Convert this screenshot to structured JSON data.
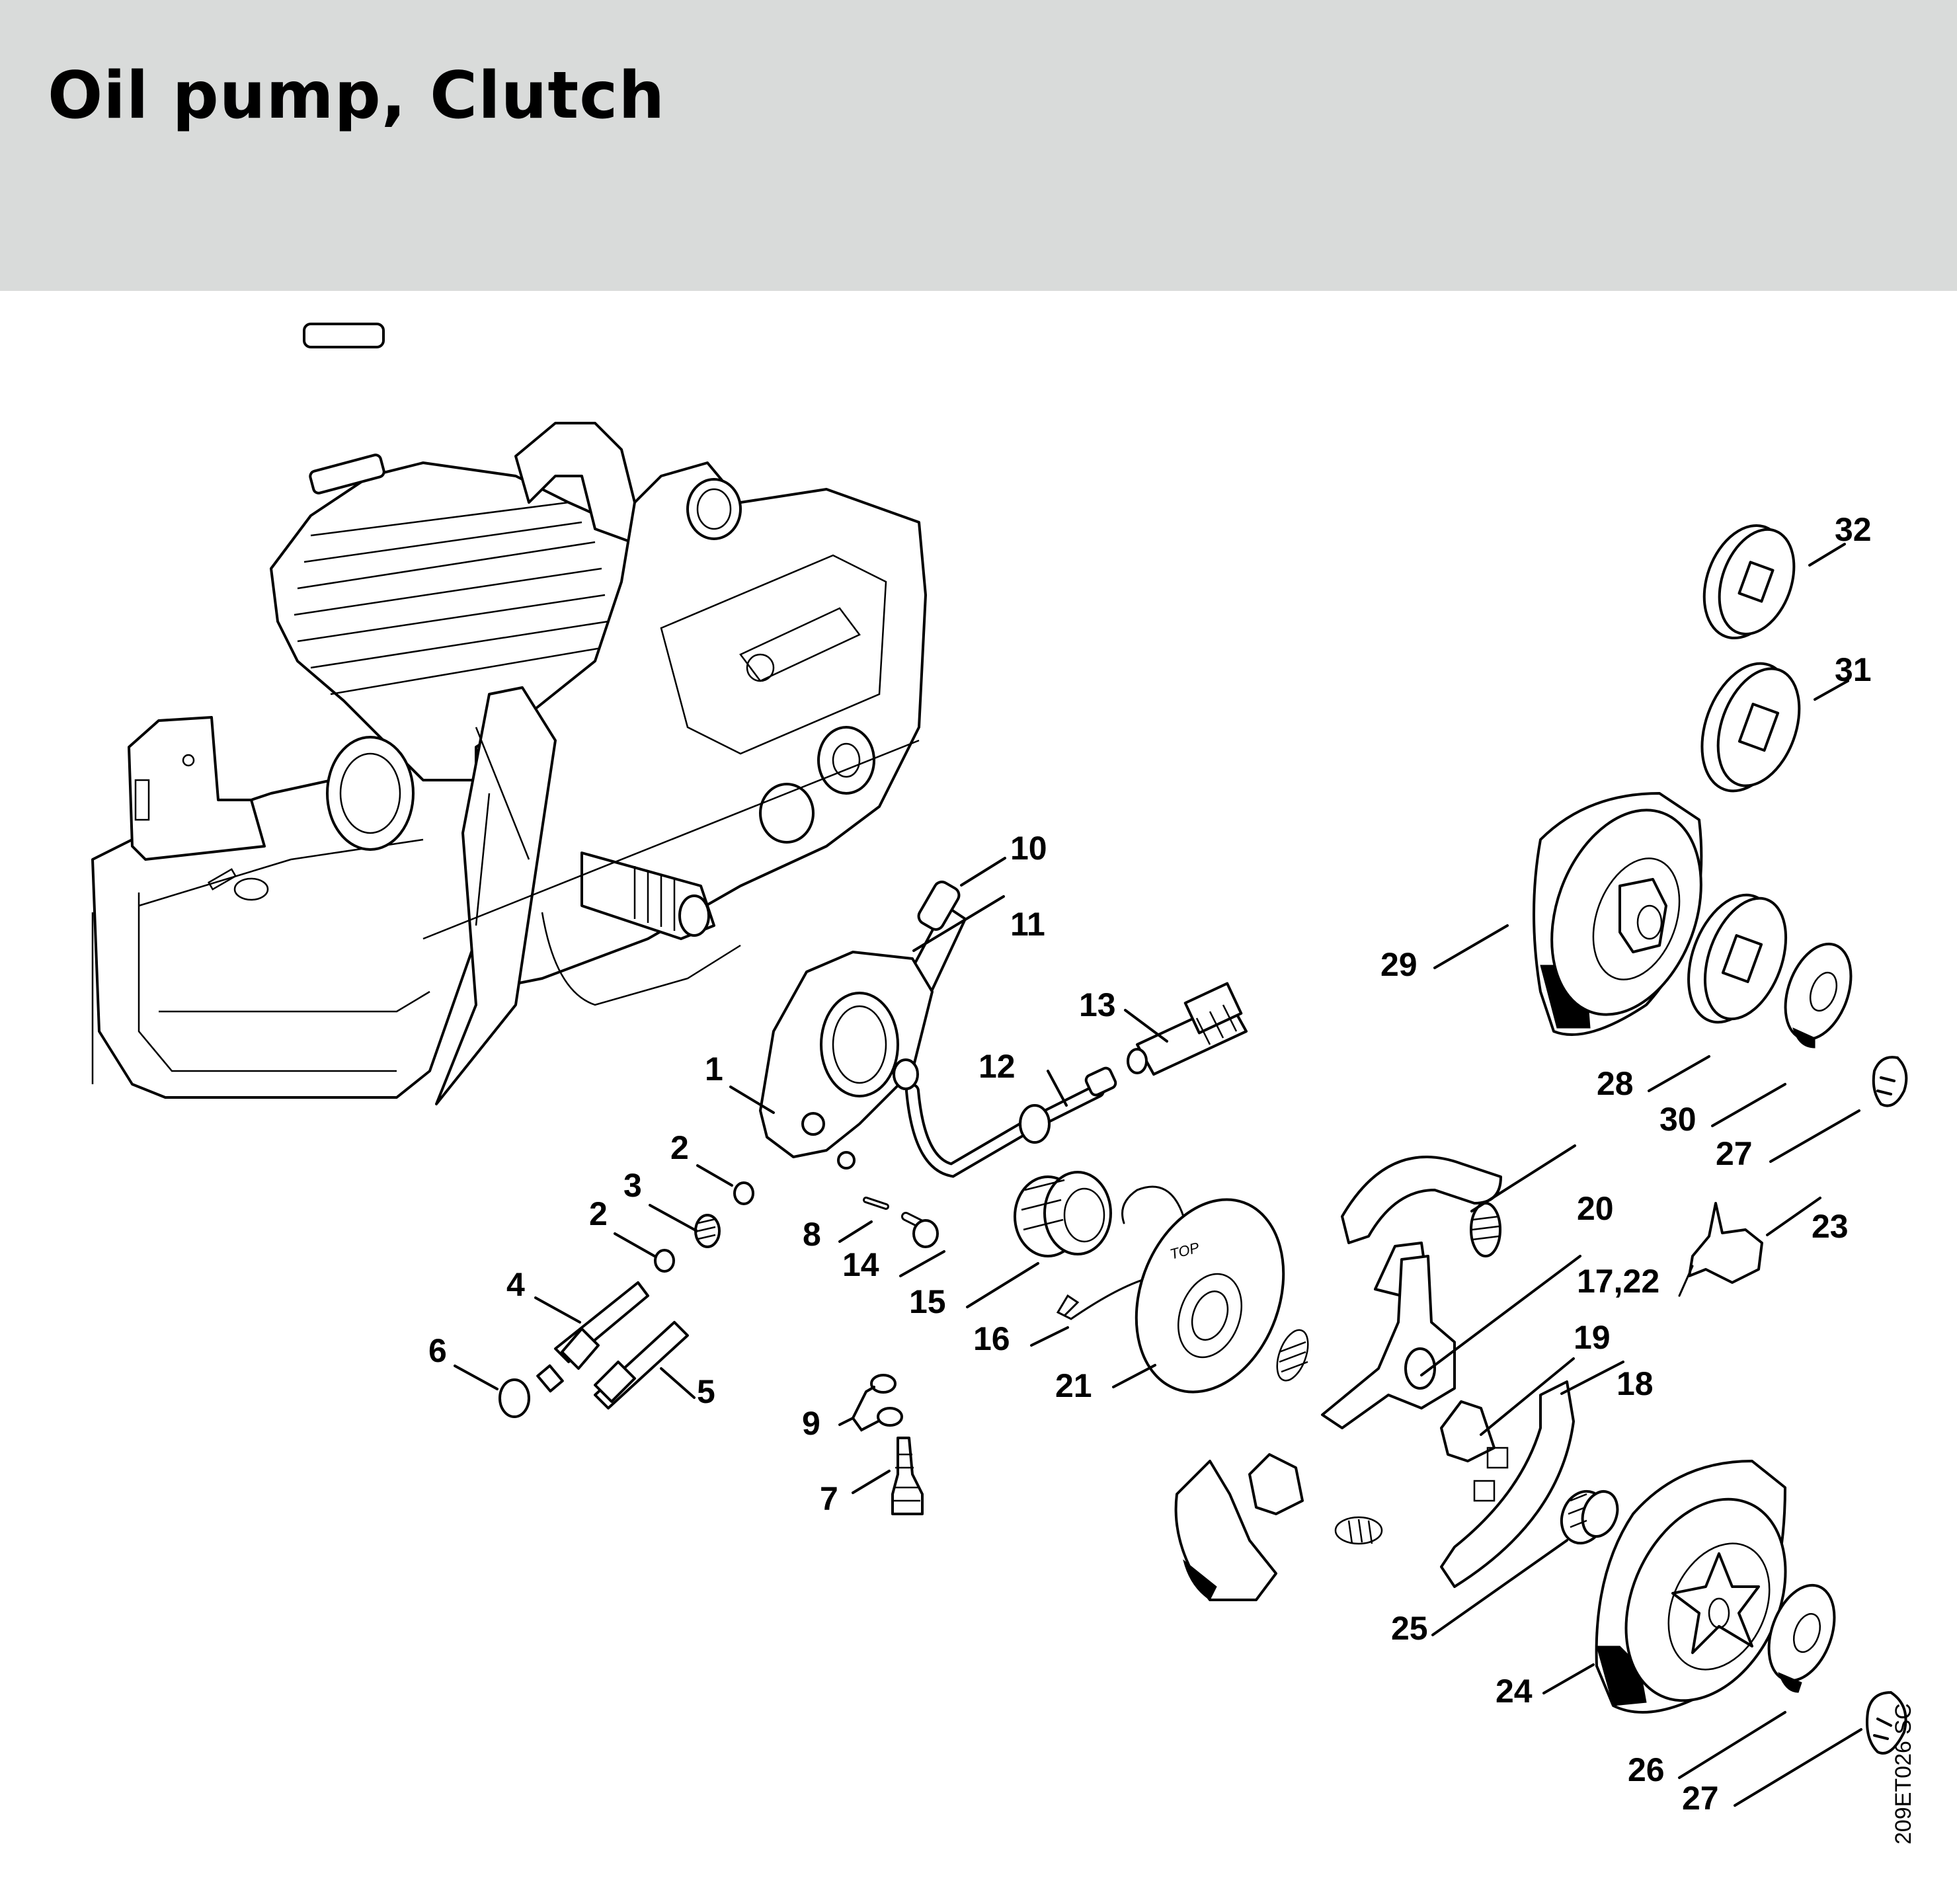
{
  "page": {
    "title": "Oil pump, Clutch",
    "drawing_reference": "209ET026 SC",
    "header_color": "#d9dbda"
  },
  "callouts": [
    {
      "id": "c1",
      "label": "1"
    },
    {
      "id": "c2a",
      "label": "2"
    },
    {
      "id": "c2b",
      "label": "2"
    },
    {
      "id": "c3",
      "label": "3"
    },
    {
      "id": "c4",
      "label": "4"
    },
    {
      "id": "c5",
      "label": "5"
    },
    {
      "id": "c6",
      "label": "6"
    },
    {
      "id": "c7",
      "label": "7"
    },
    {
      "id": "c8",
      "label": "8"
    },
    {
      "id": "c9",
      "label": "9"
    },
    {
      "id": "c10",
      "label": "10"
    },
    {
      "id": "c11",
      "label": "11"
    },
    {
      "id": "c12",
      "label": "12"
    },
    {
      "id": "c13",
      "label": "13"
    },
    {
      "id": "c14",
      "label": "14"
    },
    {
      "id": "c15",
      "label": "15"
    },
    {
      "id": "c16",
      "label": "16"
    },
    {
      "id": "c1722",
      "label": "17,22"
    },
    {
      "id": "c18",
      "label": "18"
    },
    {
      "id": "c19",
      "label": "19"
    },
    {
      "id": "c20",
      "label": "20"
    },
    {
      "id": "c21",
      "label": "21"
    },
    {
      "id": "c23",
      "label": "23"
    },
    {
      "id": "c24",
      "label": "24"
    },
    {
      "id": "c25",
      "label": "25"
    },
    {
      "id": "c26",
      "label": "26"
    },
    {
      "id": "c27a",
      "label": "27"
    },
    {
      "id": "c27b",
      "label": "27"
    },
    {
      "id": "c28",
      "label": "28"
    },
    {
      "id": "c29",
      "label": "29"
    },
    {
      "id": "c30",
      "label": "30"
    },
    {
      "id": "c31",
      "label": "31"
    },
    {
      "id": "c32",
      "label": "32"
    }
  ],
  "part_marks": {
    "spur_washer_text": "TOP"
  }
}
